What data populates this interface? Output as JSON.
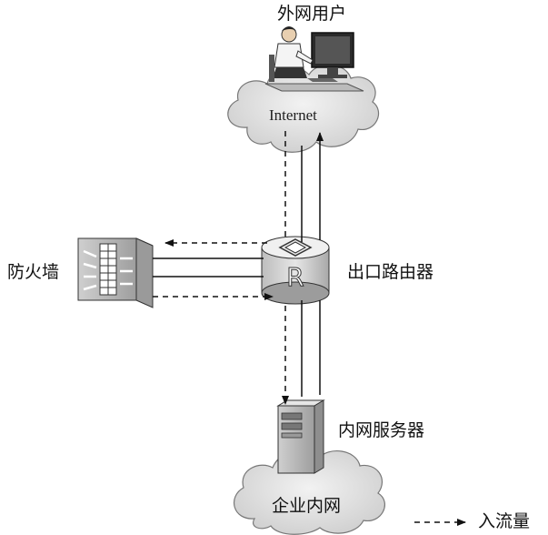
{
  "nodes": {
    "external_user": {
      "label": "外网用户"
    },
    "internet": {
      "label": "Internet"
    },
    "firewall": {
      "label": "防火墙"
    },
    "router": {
      "label": "出口路由器",
      "symbol": "R"
    },
    "intranet_server": {
      "label": "内网服务器"
    },
    "enterprise_intranet": {
      "label": "企业内网"
    }
  },
  "legend": {
    "label": "入流量",
    "line_style": "dashed-arrow"
  },
  "icons": [
    "user-workstation-icon",
    "cloud-icon",
    "firewall-icon",
    "router-icon",
    "server-icon"
  ],
  "colors": {
    "line": "#111111",
    "cloud_fill": "#e4e4e4",
    "device_fill": "#d6d6d6"
  }
}
